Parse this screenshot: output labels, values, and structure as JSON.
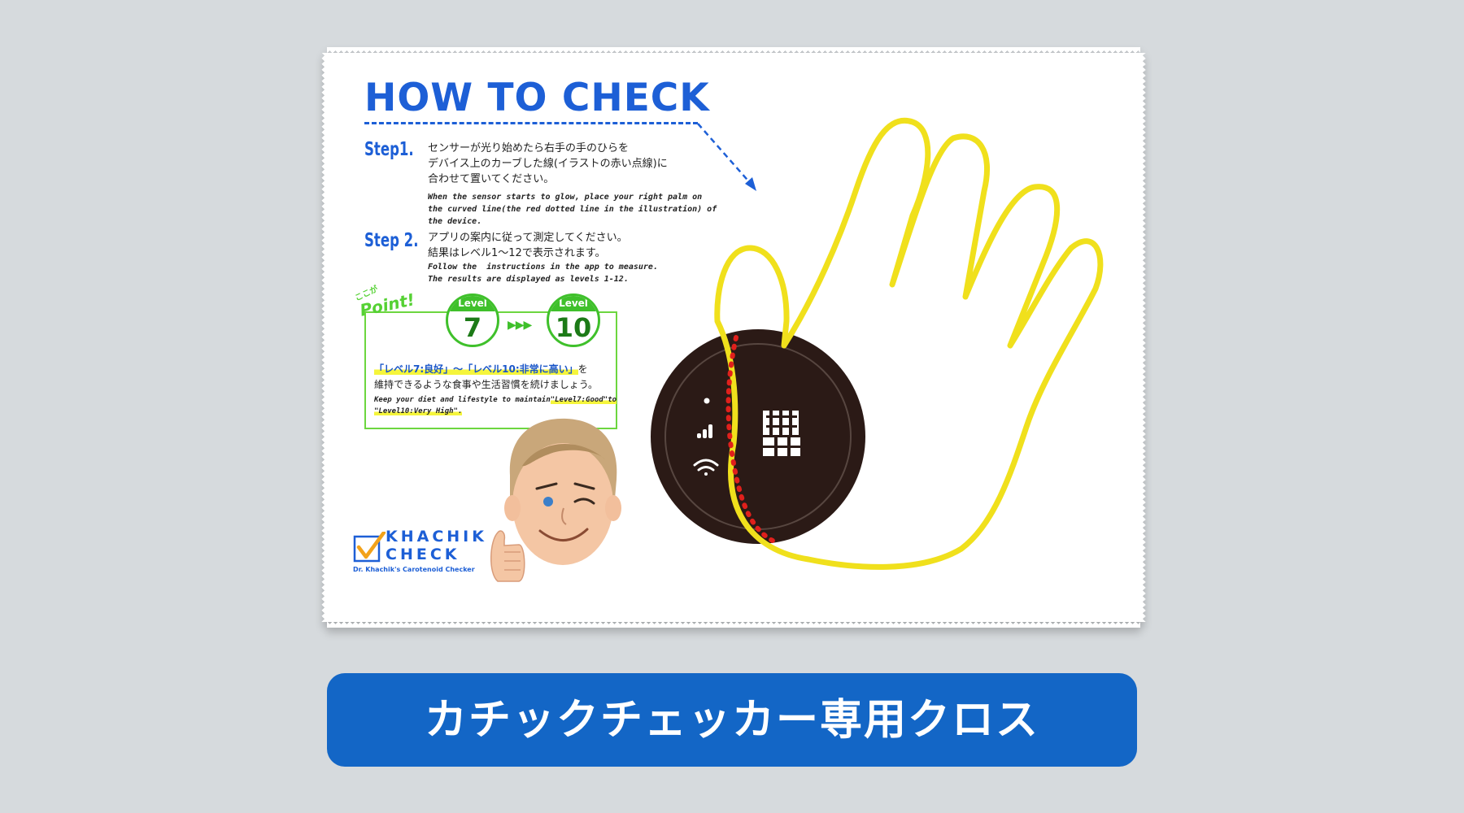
{
  "cloth": {
    "title": "HOW TO CHECK",
    "step1": {
      "label": "Step1.",
      "jp_line1": "センサーが光り始めたら右手の手のひらを",
      "jp_line2": "デバイス上のカーブした線(イラストの赤い点線)に",
      "jp_line3": "合わせて置いてください。",
      "en_line1": "When the sensor starts to glow, place your right palm on",
      "en_line2": "the curved line(the red dotted line in the illustration) of",
      "en_line3": "the device."
    },
    "step2": {
      "label": "Step 2.",
      "jp_line1": "アプリの案内に従って測定してください。",
      "jp_line2": "結果はレベル1～12で表示されます。",
      "en_line1": "Follow the  instructions in the app to measure.",
      "en_line2": "The results are displayed as levels 1-12."
    },
    "point": {
      "small_label": "ここが",
      "label": "Point!",
      "level_word": "Level",
      "level_from": "7",
      "level_to": "10",
      "arrows": "▶▶▶",
      "jp_hl1": "「レベル7:良好」～「レベル10:非常に高い」",
      "jp_after": "を",
      "jp_line2": "維持できるような食事や生活習慣を続けましょう。",
      "en_line1_a": "Keep your diet and lifestyle to maintain",
      "en_line1_hl": "\"Level7:Good\"to",
      "en_line2_hl": "\"Level10:Very High\"."
    },
    "logo": {
      "top": "KHACHIK",
      "bottom": "CHECK",
      "tagline": "Dr. Khachik's Carotenoid Checker"
    }
  },
  "caption": "カチックチェッカー専用クロス",
  "colors": {
    "background": "#d6dadd",
    "accent_blue": "#1d5fd6",
    "caption_bar": "#1366c6",
    "point_green": "#3fc02b",
    "hand_outline": "#f0e01c",
    "dotted_line": "#e0201c",
    "device_body": "#2b1a16"
  }
}
